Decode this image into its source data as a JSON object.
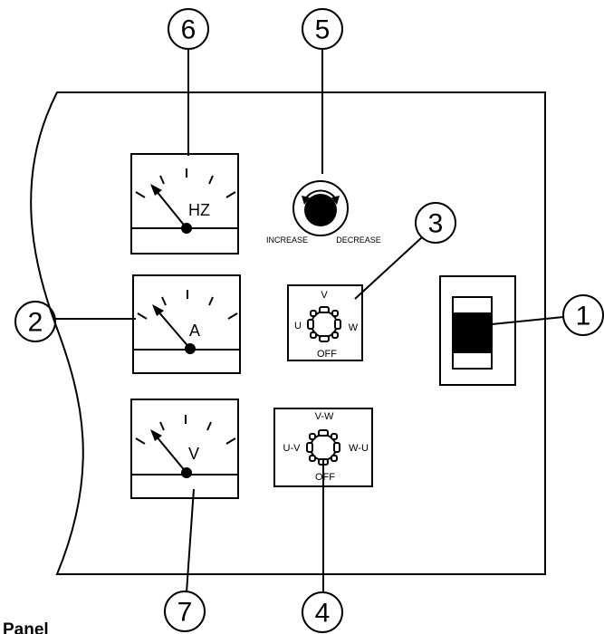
{
  "title": "Panel",
  "callouts": {
    "c1": "1",
    "c2": "2",
    "c3": "3",
    "c4": "4",
    "c5": "5",
    "c6": "6",
    "c7": "7"
  },
  "meters": {
    "frequency_unit": "HZ",
    "ammeter_unit": "A",
    "voltmeter_unit": "V"
  },
  "voltage_knob": {
    "increase_label": "INCREASE",
    "decrease_label": "DECREASE"
  },
  "ammeter_selector": {
    "top": "V",
    "left": "U",
    "right": "W",
    "bottom": "OFF"
  },
  "voltmeter_selector": {
    "top": "V-W",
    "left": "U-V",
    "right": "W-U",
    "bottom": "OFF"
  }
}
